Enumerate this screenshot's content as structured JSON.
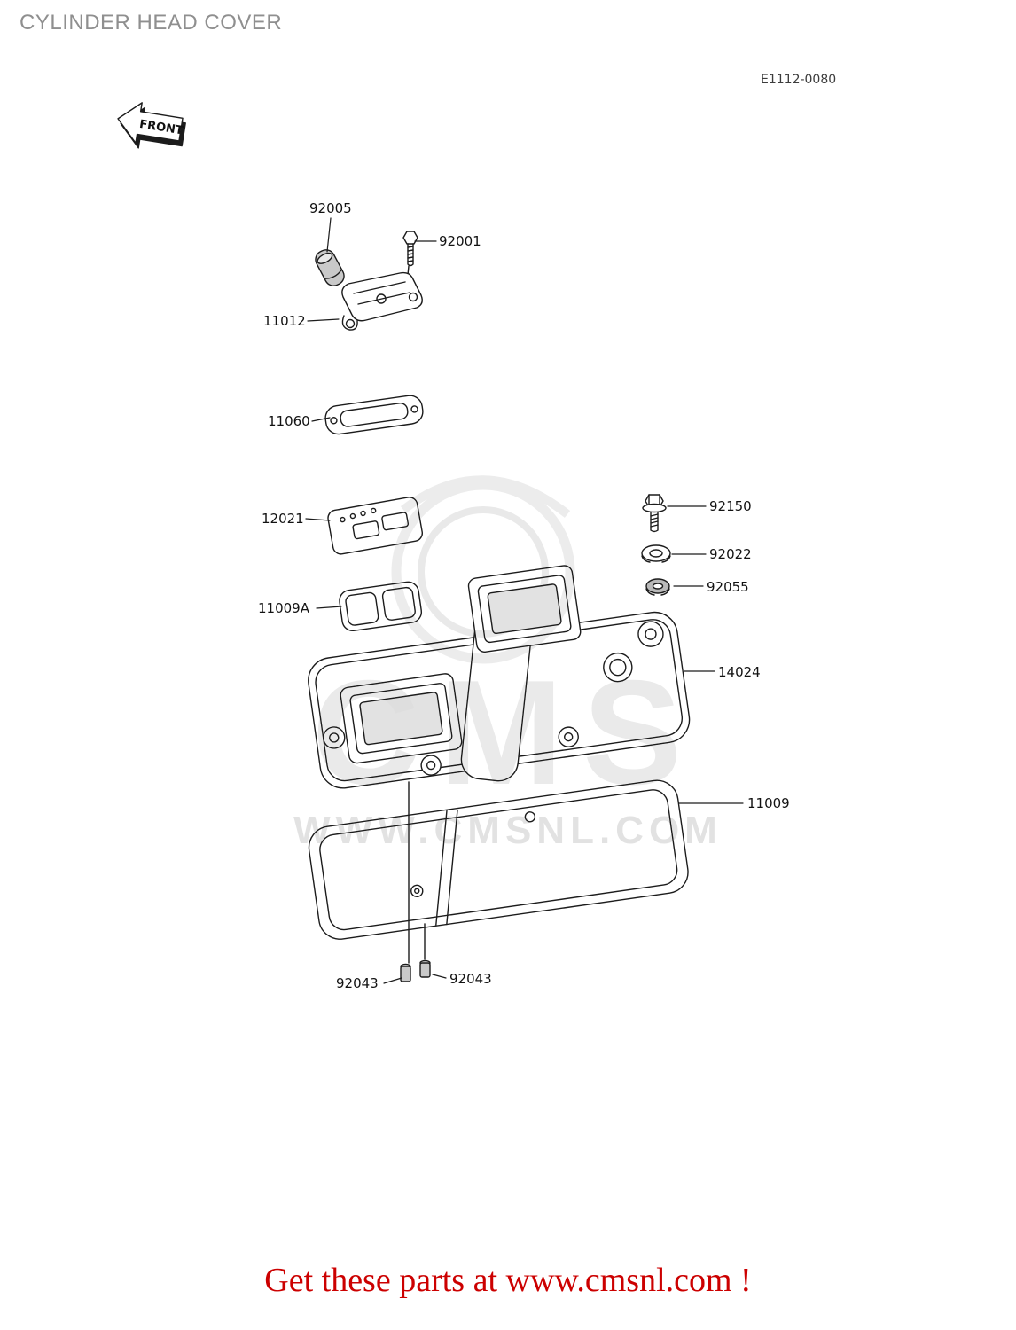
{
  "page": {
    "title": "CYLINDER HEAD COVER",
    "ref_code": "E1112-0080",
    "front_label": "FRONT",
    "footer": "Get these parts at www.cmsnl.com !"
  },
  "watermark": {
    "logo": "CMS",
    "url": "WWW.CMSNL.COM"
  },
  "colors": {
    "title_gray": "#8f8f8f",
    "footer_red": "#cc0000",
    "line_black": "#1c1c1c",
    "watermark_gray": "#dcdcdc"
  },
  "labels": [
    {
      "part": "92005",
      "text": "92005"
    },
    {
      "part": "92001",
      "text": "92001"
    },
    {
      "part": "11012",
      "text": "11012"
    },
    {
      "part": "11060",
      "text": "11060"
    },
    {
      "part": "12021",
      "text": "12021"
    },
    {
      "part": "92150",
      "text": "92150"
    },
    {
      "part": "92022",
      "text": "92022"
    },
    {
      "part": "92055",
      "text": "92055"
    },
    {
      "part": "11009A",
      "text": "11009A"
    },
    {
      "part": "14024",
      "text": "14024"
    },
    {
      "part": "11009",
      "text": "11009"
    },
    {
      "part": "92043",
      "text": "92043"
    },
    {
      "part": "92043",
      "text": "92043"
    }
  ]
}
